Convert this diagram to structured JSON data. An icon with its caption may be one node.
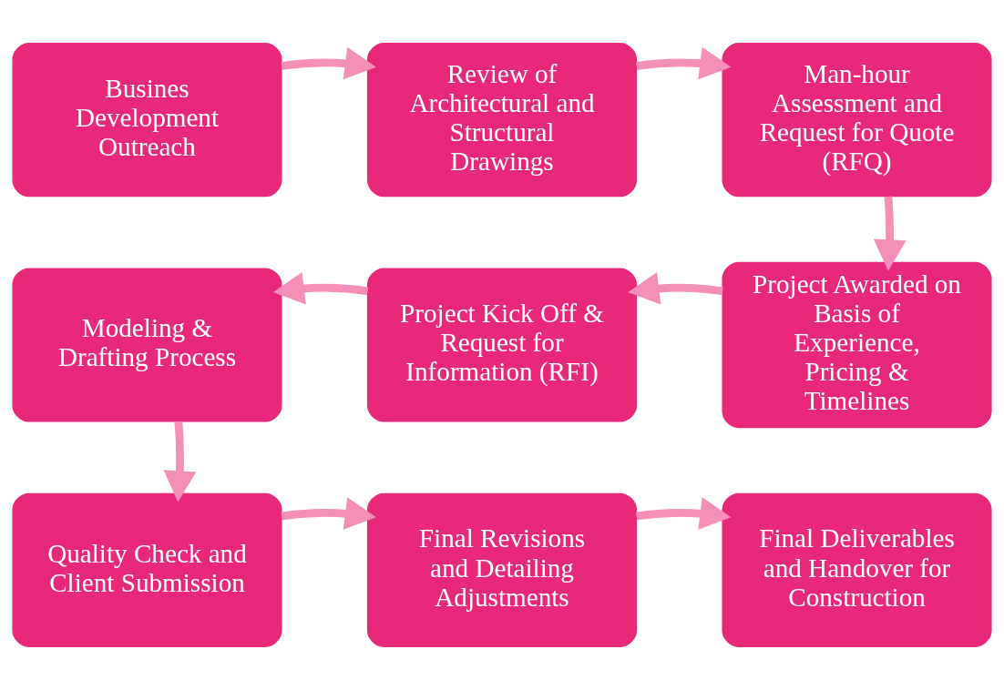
{
  "diagram": {
    "nodes": [
      {
        "text": [
          "Busines Development Outreach"
        ]
      },
      {
        "text": [
          "Review of Architectural and Structural Drawings"
        ]
      },
      {
        "text": [
          "Man-hour Assessment and Request for Quote (RFQ)"
        ]
      },
      {
        "text": [
          "Project Awarded on Basis of Experience, Pricing & Timelines"
        ]
      },
      {
        "text": [
          "Project Kick Off & Request for Information (RFI)"
        ]
      },
      {
        "text": [
          "Modeling & Drafting Process"
        ]
      },
      {
        "text": [
          "Quality Check and Client Submission"
        ]
      },
      {
        "text": [
          "Final Revisions and Detailing Adjustments"
        ]
      },
      {
        "text": [
          "Final Deliverables and Handover for Construction"
        ]
      }
    ],
    "edges": [
      {
        "from": 0,
        "to": 1,
        "arrow": "to"
      },
      {
        "from": 1,
        "to": 2,
        "arrow": "to"
      },
      {
        "from": 2,
        "to": 3,
        "arrow": "to"
      },
      {
        "from": 3,
        "to": 4,
        "arrow": "to"
      },
      {
        "from": 4,
        "to": 5,
        "arrow": "to"
      },
      {
        "from": 5,
        "to": 6,
        "arrow": "to"
      },
      {
        "from": 6,
        "to": 7,
        "arrow": "to"
      },
      {
        "from": 7,
        "to": 8,
        "arrow": "to"
      }
    ]
  }
}
